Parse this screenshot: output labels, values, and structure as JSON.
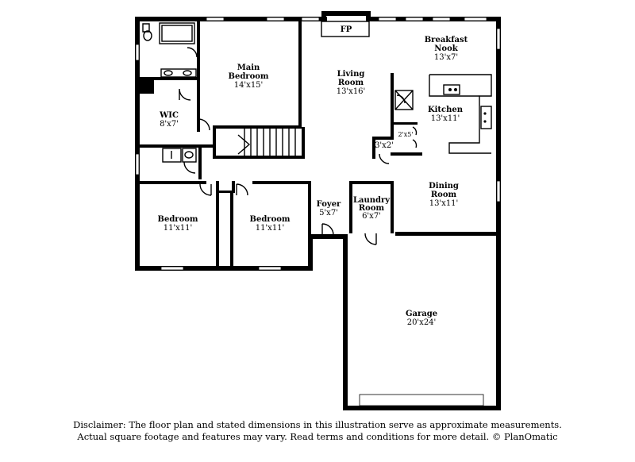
{
  "rooms": {
    "fireplace": {
      "label": "FP"
    },
    "breakfast_nook": {
      "name_1": "Breakfast",
      "name_2": "Nook",
      "dims": "13'x7'"
    },
    "main_bedroom": {
      "name_1": "Main",
      "name_2": "Bedroom",
      "dims": "14'x15'"
    },
    "living_room": {
      "name_1": "Living",
      "name_2": "Room",
      "dims": "13'x16'"
    },
    "kitchen": {
      "name": "Kitchen",
      "dims": "13'x11'"
    },
    "wic": {
      "name": "WIC",
      "dims": "8'x7'"
    },
    "pantry": {
      "dims": "2'x5'"
    },
    "closet": {
      "dims": "3'x2'"
    },
    "dining_room": {
      "name_1": "Dining",
      "name_2": "Room",
      "dims": "13'x11'"
    },
    "foyer": {
      "name": "Foyer",
      "dims": "5'x7'"
    },
    "laundry_room": {
      "name_1": "Laundry",
      "name_2": "Room",
      "dims": "6'x7'"
    },
    "bedroom_1": {
      "name": "Bedroom",
      "dims": "11'x11'"
    },
    "bedroom_2": {
      "name": "Bedroom",
      "dims": "11'x11'"
    },
    "garage": {
      "name": "Garage",
      "dims": "20'x24'"
    }
  },
  "disclaimer": {
    "line_1": "Disclaimer: The floor plan and stated dimensions in this illustration serve as approximate measurements.",
    "line_2": "Actual square footage and features may vary. Read terms and conditions for more detail. © PlanOmatic"
  }
}
